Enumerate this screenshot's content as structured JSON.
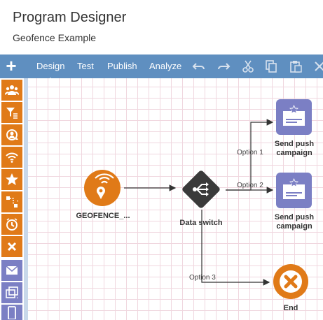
{
  "header": {
    "title": "Program Designer",
    "subtitle": "Geofence Example"
  },
  "toolbar": {
    "add_icon": "plus-icon",
    "tabs": [
      {
        "label": "Design",
        "active": true
      },
      {
        "label": "Test",
        "active": false
      },
      {
        "label": "Publish",
        "active": false
      },
      {
        "label": "Analyze",
        "active": false
      }
    ],
    "actions": [
      "undo-icon",
      "redo-icon",
      "cut-icon",
      "copy-icon",
      "paste-icon",
      "close-icon"
    ]
  },
  "sidebar": {
    "items": [
      {
        "icon": "audience-icon",
        "color": "#e07a18"
      },
      {
        "icon": "filter-icon",
        "color": "#e07a18"
      },
      {
        "icon": "cycle-icon",
        "color": "#e07a18"
      },
      {
        "icon": "wifi-icon",
        "color": "#e07a18"
      },
      {
        "icon": "star-icon",
        "color": "#e07a18"
      },
      {
        "icon": "split-icon",
        "color": "#e07a18"
      },
      {
        "icon": "timer-icon",
        "color": "#e07a18"
      },
      {
        "icon": "close-x-icon",
        "color": "#e07a18"
      },
      {
        "icon": "email-icon",
        "color": "#7b7fc4"
      },
      {
        "icon": "message-icon",
        "color": "#7b7fc4"
      },
      {
        "icon": "mobile-icon",
        "color": "#7b7fc4"
      }
    ]
  },
  "canvas": {
    "nodes": {
      "geofence": {
        "label": "GEOFENCE_...",
        "color": "#e07a18",
        "icon": "geofence-icon"
      },
      "data_switch": {
        "label": "Data switch",
        "color": "#3a3a3a",
        "icon": "switch-icon"
      },
      "push1": {
        "label_line1": "Send push",
        "label_line2": "campaign",
        "color": "#7b7fc4",
        "icon": "push-campaign-icon"
      },
      "push2": {
        "label_line1": "Send push",
        "label_line2": "campaign",
        "color": "#7b7fc4",
        "icon": "push-campaign-icon"
      },
      "end": {
        "label": "End",
        "color": "#e07a18",
        "icon": "end-x-icon"
      }
    },
    "edges": {
      "option1": "Option 1",
      "option2": "Option 2",
      "option3": "Option 3"
    }
  }
}
